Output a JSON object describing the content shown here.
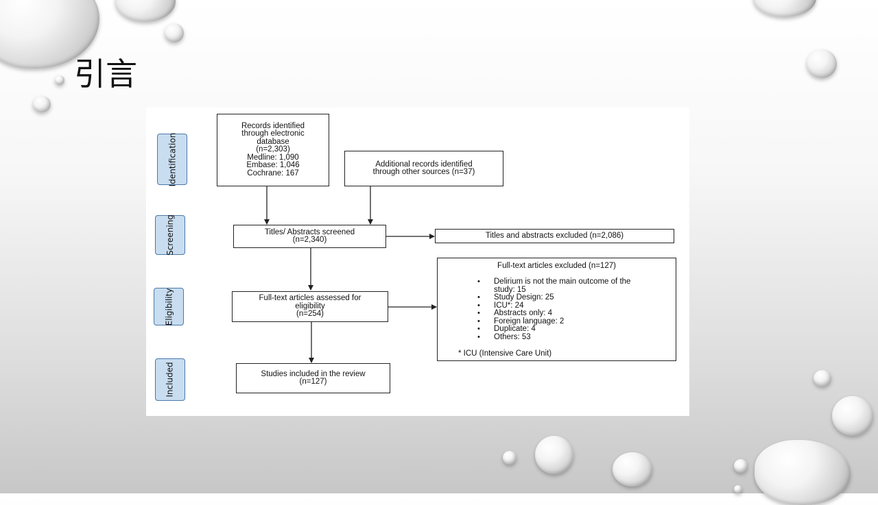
{
  "slide_title": "引言",
  "stages": [
    "Identification",
    "Screening",
    "Eligibility",
    "Included"
  ],
  "boxes": {
    "records_db": "Records identified\nthrough electronic\ndatabase\n(n=2,303)\nMedline: 1,090\nEmbase: 1,046\nCochrane: 167",
    "additional": "Additional records identified\nthrough other sources (n=37)",
    "screened": "Titles/ Abstracts screened\n(n=2,340)",
    "excluded_titles": "Titles and abstracts excluded (n=2,086)",
    "full_text": "Full-text articles assessed for\neligibility\n(n=254)",
    "included": "Studies included in the review\n(n=127)"
  },
  "fulltext_excluded": {
    "heading": "Full-text articles excluded (n=127)",
    "first_item": "Delirium is not the main outcome of the",
    "first_item_cont": "study: 15",
    "items": [
      "Study Design: 25",
      "ICU*: 24",
      "Abstracts only: 4",
      "Foreign language: 2",
      "Duplicate: 4",
      "Others: 53"
    ],
    "footnote": "* ICU (Intensive Care Unit)"
  }
}
